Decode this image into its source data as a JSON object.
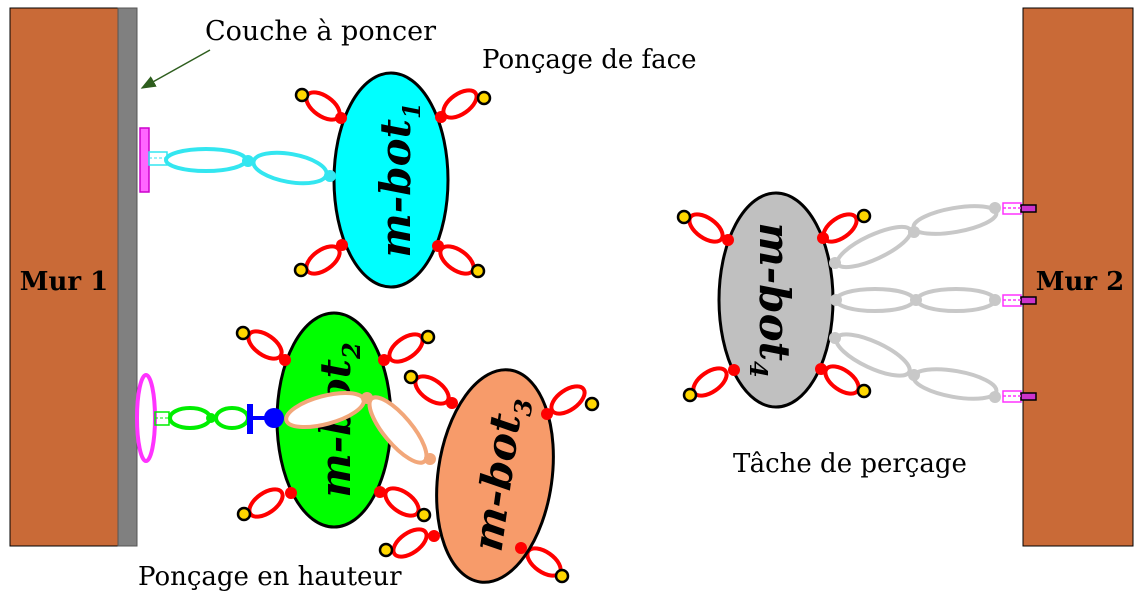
{
  "walls": {
    "left": {
      "label": "Mur 1",
      "color": "#c96a37"
    },
    "right": {
      "label": "Mur 2",
      "color": "#c96a37"
    },
    "layer_color": "#808080"
  },
  "annotations": {
    "layer": "Couche à poncer",
    "face_sanding": "Ponçage de face",
    "height_sanding": "Ponçage en hauteur",
    "drilling": "Tâche de perçage"
  },
  "robots": [
    {
      "name": "m-bot",
      "index": "1",
      "color": "#00ffff",
      "arm_color": "#33e6f0"
    },
    {
      "name": "m-bot",
      "index": "2",
      "color": "#00ff00",
      "arm_color": "#00ee00"
    },
    {
      "name": "m-bot",
      "index": "3",
      "color": "#f79b6a",
      "arm_color": "#f2a77a"
    },
    {
      "name": "m-bot",
      "index": "4",
      "color": "#c0c0c0",
      "arm_color": "#c8c8c8"
    }
  ],
  "colors": {
    "leg": "#ff0000",
    "foot": "#ffd700",
    "tool_sander": "#ff33ff",
    "tool_joint": "#0000ff"
  }
}
